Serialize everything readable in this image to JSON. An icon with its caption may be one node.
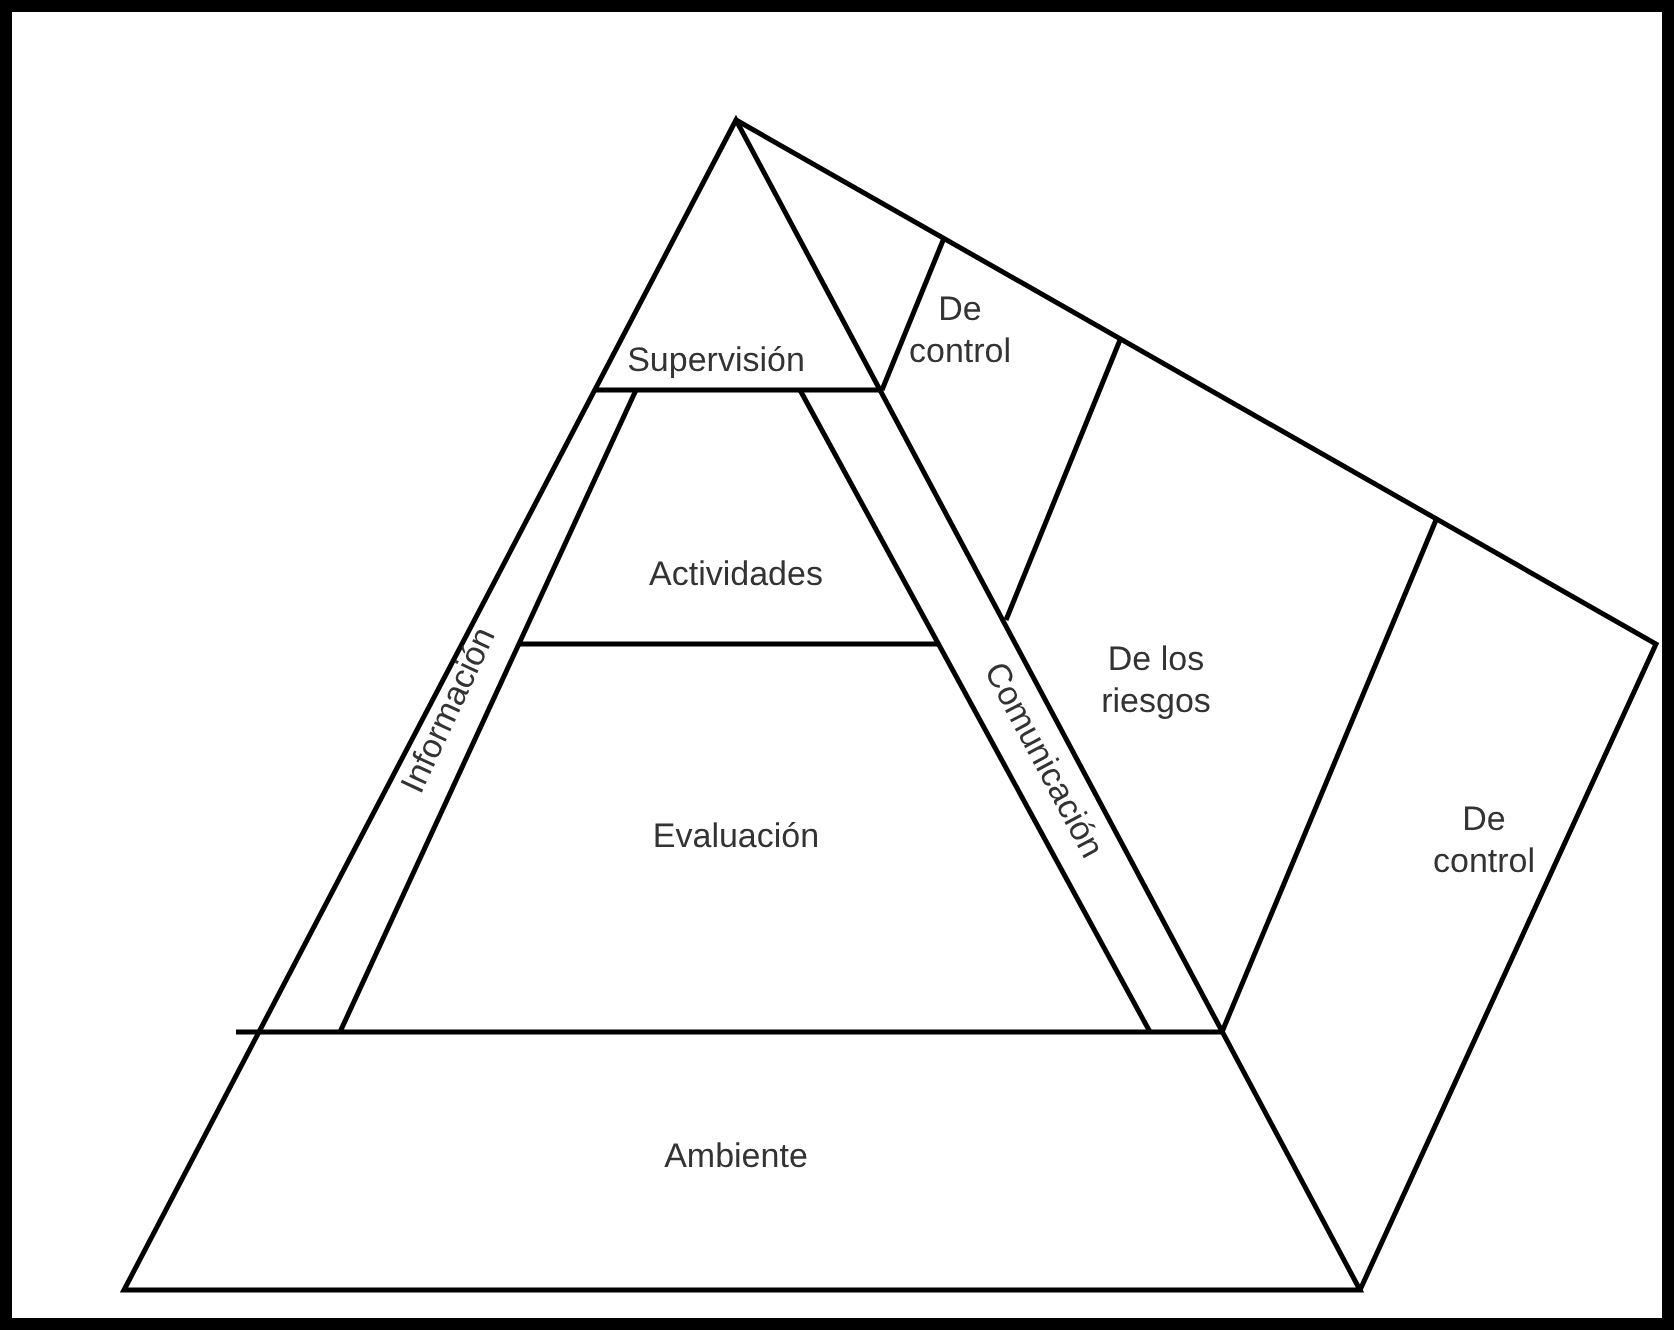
{
  "diagram": {
    "nodes": [
      {
        "text": [
          "Supervisión"
        ]
      },
      {
        "text": [
          "De control"
        ]
      },
      {
        "text": [
          "Actividades"
        ]
      },
      {
        "text": [
          "Comunicación"
        ]
      },
      {
        "text": [
          "De los riesgos"
        ]
      },
      {
        "text": [
          "Información"
        ]
      },
      {
        "text": [
          "Evaluación"
        ]
      },
      {
        "text": [
          "De control"
        ]
      },
      {
        "text": [
          "Ambiente"
        ]
      }
    ]
  }
}
